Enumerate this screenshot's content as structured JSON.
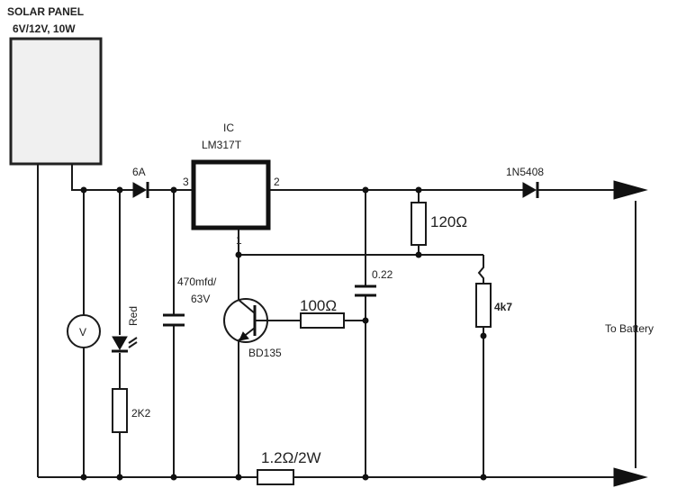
{
  "solar_panel": {
    "title": "SOLAR PANEL",
    "rating": "6V/12V, 10W"
  },
  "regulator": {
    "line1": "IC",
    "line2": "LM317T",
    "pin_in": "3",
    "pin_out": "2",
    "pin_adj": "1"
  },
  "fuse_diode": {
    "label": "6A"
  },
  "output_diode": {
    "label": "1N5408"
  },
  "resistor_120": {
    "label": "120Ω"
  },
  "capacitor_022": {
    "label": "0.22"
  },
  "capacitor_470": {
    "line1": "470mfd/",
    "line2": "63V"
  },
  "transistor": {
    "label": "BD135"
  },
  "resistor_100": {
    "label": "100Ω"
  },
  "resistor_4k7": {
    "label": "4k7"
  },
  "led": {
    "label": "Red"
  },
  "resistor_2k2": {
    "label": "2K2"
  },
  "voltmeter": {
    "label": "V"
  },
  "shunt": {
    "label": "1.2Ω/2W"
  },
  "output": {
    "label": "To Battery"
  }
}
